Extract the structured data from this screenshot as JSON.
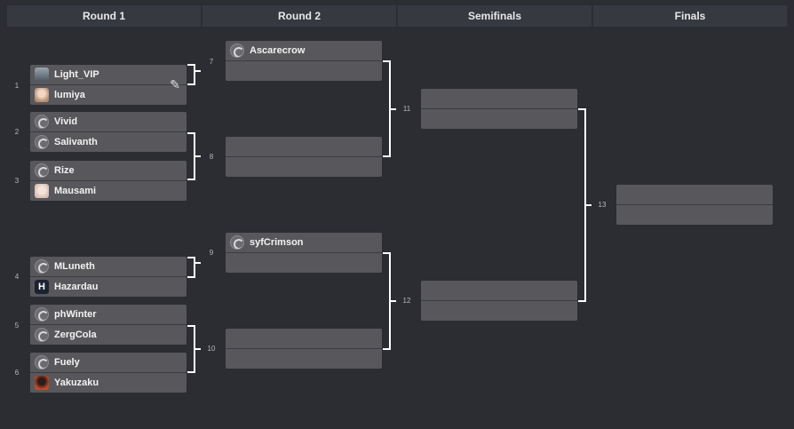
{
  "rounds": [
    "Round 1",
    "Round 2",
    "Semifinals",
    "Finals"
  ],
  "matches": {
    "m1": {
      "number": "1",
      "top": "Light_VIP",
      "bottom": "lumiya"
    },
    "m2": {
      "number": "2",
      "top": "Vivid",
      "bottom": "Salivanth"
    },
    "m3": {
      "number": "3",
      "top": "Rize",
      "bottom": "Mausami"
    },
    "m4": {
      "number": "4",
      "top": "MLuneth",
      "bottom": "Hazardau"
    },
    "m5": {
      "number": "5",
      "top": "phWinter",
      "bottom": "ZergCola"
    },
    "m6": {
      "number": "6",
      "top": "Fuely",
      "bottom": "Yakuzaku"
    },
    "m7": {
      "number": "7",
      "top": "Ascarecrow",
      "bottom": ""
    },
    "m8": {
      "number": "8",
      "top": "",
      "bottom": ""
    },
    "m9": {
      "number": "9",
      "top": "syfCrimson",
      "bottom": ""
    },
    "m10": {
      "number": "10",
      "top": "",
      "bottom": ""
    },
    "m11": {
      "number": "11",
      "top": "",
      "bottom": ""
    },
    "m12": {
      "number": "12",
      "top": "",
      "bottom": ""
    },
    "m13": {
      "number": "13",
      "top": "",
      "bottom": ""
    }
  },
  "icons": {
    "edit": "edit-icon",
    "team_logo": "team-logo-icon"
  },
  "colors": {
    "background": "#2b2d33",
    "header": "#373941",
    "match": "#58585c",
    "connector": "#ffffff"
  }
}
